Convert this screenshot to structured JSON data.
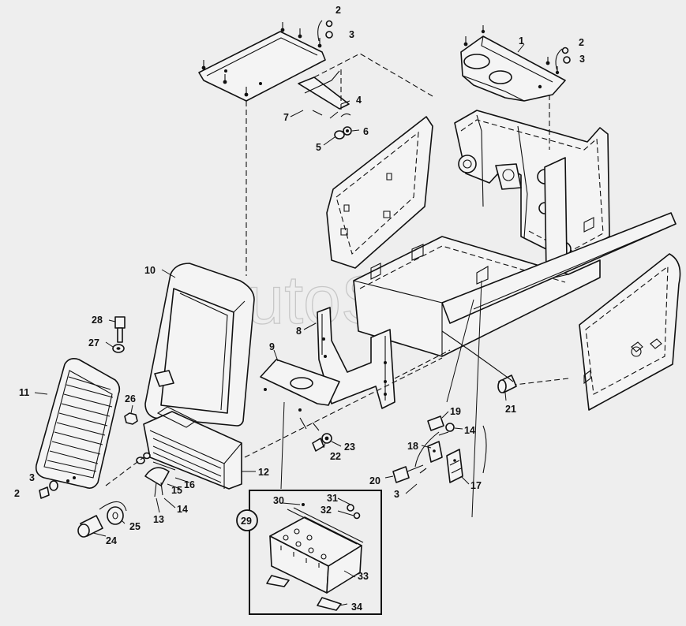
{
  "watermark": "AutoSoft",
  "callouts": {
    "c1": "1",
    "c2a": "2",
    "c2b": "2",
    "c2c": "2",
    "c3a": "3",
    "c3b": "3",
    "c3c": "3",
    "c3d": "3",
    "c4": "4",
    "c5": "5",
    "c6": "6",
    "c7": "7",
    "c8": "8",
    "c9": "9",
    "c10": "10",
    "c11": "11",
    "c12": "12",
    "c13": "13",
    "c14a": "14",
    "c14b": "14",
    "c15": "15",
    "c16": "16",
    "c17": "17",
    "c18": "18",
    "c19": "19",
    "c20": "20",
    "c21": "21",
    "c22": "22",
    "c23": "23",
    "c24": "24",
    "c25": "25",
    "c26": "26",
    "c27": "27",
    "c28": "28",
    "c29": "29",
    "c30": "30",
    "c31": "31",
    "c32": "32",
    "c33": "33",
    "c34": "34"
  }
}
